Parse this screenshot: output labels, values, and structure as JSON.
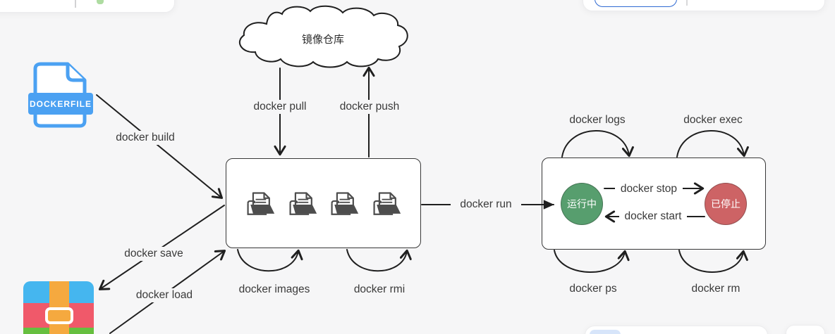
{
  "canvas": {
    "background": "#f6f6f7",
    "line_ink": "#1f1f1f",
    "label_color": "#3a3a3a"
  },
  "registry_cloud": {
    "label": "镜像仓库"
  },
  "dockerfile_icon": {
    "label": "DOCKERFILE",
    "blue": "#4BA1F2"
  },
  "archive_icon": {
    "blue": "#45B6EF",
    "red": "#F0596A",
    "green": "#66BF3F",
    "orange": "#F5A93F"
  },
  "images_box": {
    "icon_count": 4
  },
  "container_states": {
    "running": {
      "label": "运行中",
      "fill": "#579E6E"
    },
    "stopped": {
      "label": "已停止",
      "fill": "#CD6365"
    }
  },
  "commands": {
    "build": "docker build",
    "pull": "docker pull",
    "push": "docker push",
    "save": "docker save",
    "load": "docker load",
    "images": "docker images",
    "rmi": "docker rmi",
    "run": "docker run",
    "logs": "docker logs",
    "exec": "docker exec",
    "stop": "docker stop",
    "start": "docker start",
    "ps": "docker ps",
    "rm": "docker rm"
  }
}
